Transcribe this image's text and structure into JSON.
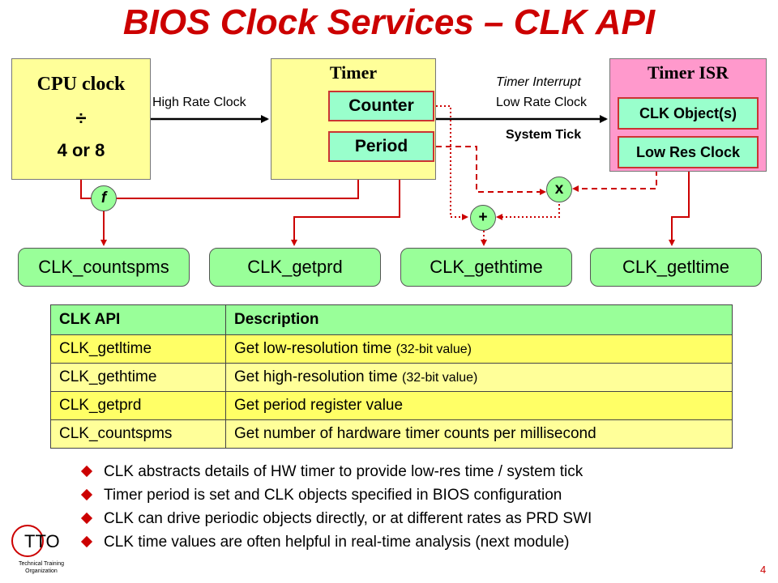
{
  "title": "BIOS Clock Services – CLK API",
  "diagram": {
    "cpu": {
      "title": "CPU clock",
      "divide": "÷",
      "ratio": "4 or 8"
    },
    "timer": {
      "title": "Timer",
      "counter": "Counter",
      "period": "Period"
    },
    "isr": {
      "title": "Timer ISR",
      "objects": "CLK Object(s)",
      "lowres": "Low Res Clock"
    },
    "labels": {
      "high_rate": "High Rate Clock",
      "timer_interrupt": "Timer Interrupt",
      "low_rate": "Low Rate Clock",
      "system_tick": "System Tick"
    },
    "ops": {
      "f": "f",
      "x": "x",
      "plus": "+"
    },
    "apis": [
      "CLK_countspms",
      "CLK_getprd",
      "CLK_gethtime",
      "CLK_getltime"
    ]
  },
  "table": {
    "headers": [
      "CLK API",
      "Description"
    ],
    "rows": [
      {
        "api": "CLK_getltime",
        "desc": "Get low-resolution time",
        "note": "(32-bit value)"
      },
      {
        "api": "CLK_gethtime",
        "desc": "Get high-resolution time",
        "note": "(32-bit value)"
      },
      {
        "api": "CLK_getprd",
        "desc": "Get period register value",
        "note": ""
      },
      {
        "api": "CLK_countspms",
        "desc": "Get number of hardware timer counts per millisecond",
        "note": ""
      }
    ]
  },
  "bullets": [
    "CLK abstracts details of HW timer to provide low-res time / system tick",
    "Timer period is set and CLK objects specified in BIOS configuration",
    "CLK can drive periodic objects directly, or at different rates as PRD SWI",
    "CLK time values are often helpful in real-time analysis (next module)"
  ],
  "footer": {
    "logo": "TTO",
    "org": "Technical Training Organization",
    "page": "4"
  },
  "colors": {
    "title": "#cc0000",
    "box_yellow": "#ffff99",
    "box_pink": "#ff99cc",
    "box_teal": "#99ffcc",
    "pill_green": "#99ff99",
    "line_red": "#cc0000"
  }
}
